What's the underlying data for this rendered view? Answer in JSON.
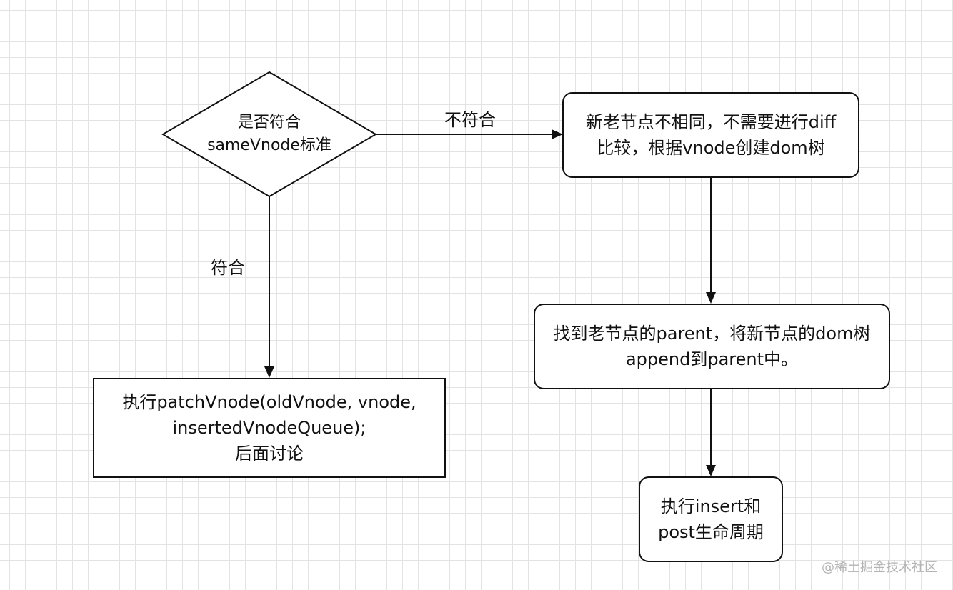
{
  "decision": {
    "line1": "是否符合",
    "line2": "sameVnode标准"
  },
  "edges": {
    "no_match": "不符合",
    "match": "符合"
  },
  "nodes": {
    "create_dom": {
      "line1": "新老节点不相同，不需要进行diff",
      "line2": "比较，根据vnode创建dom树"
    },
    "append_parent": {
      "line1": "找到老节点的parent，将新节点的dom树",
      "line2": "append到parent中。"
    },
    "insert_hooks": {
      "line1": "执行insert和",
      "line2": "post生命周期"
    },
    "patch_vnode": {
      "line1": "执行patchVnode(oldVnode, vnode,",
      "line2": "insertedVnodeQueue);",
      "line3": "后面讨论"
    }
  },
  "watermark": "@稀土掘金技术社区"
}
